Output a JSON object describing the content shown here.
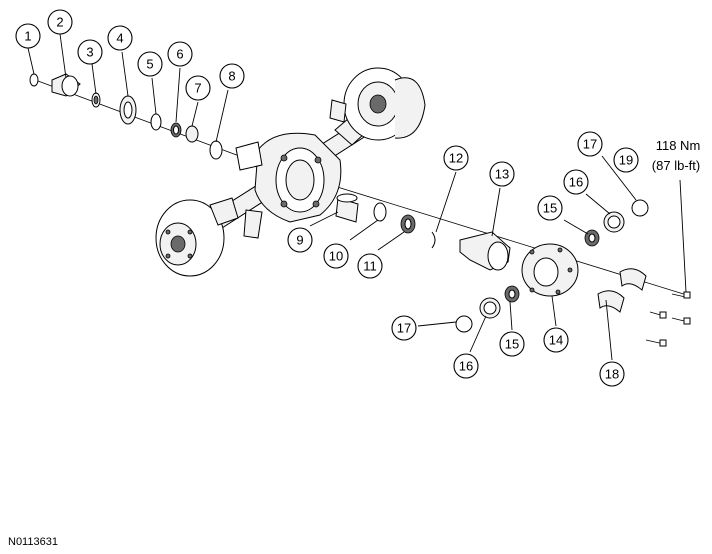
{
  "callouts": [
    {
      "label": "1"
    },
    {
      "label": "2"
    },
    {
      "label": "3"
    },
    {
      "label": "4"
    },
    {
      "label": "5"
    },
    {
      "label": "6"
    },
    {
      "label": "7"
    },
    {
      "label": "8"
    },
    {
      "label": "9"
    },
    {
      "label": "10"
    },
    {
      "label": "11"
    },
    {
      "label": "12"
    },
    {
      "label": "13"
    },
    {
      "label": "14"
    },
    {
      "label": "15"
    },
    {
      "label": "16"
    },
    {
      "label": "17"
    },
    {
      "label": "18"
    },
    {
      "label": "19"
    },
    {
      "label": "17"
    },
    {
      "label": "16"
    },
    {
      "label": "15"
    }
  ],
  "torque": {
    "line1": "118 Nm",
    "line2": "(87 lb-ft)"
  },
  "figure_code": "N0113631"
}
